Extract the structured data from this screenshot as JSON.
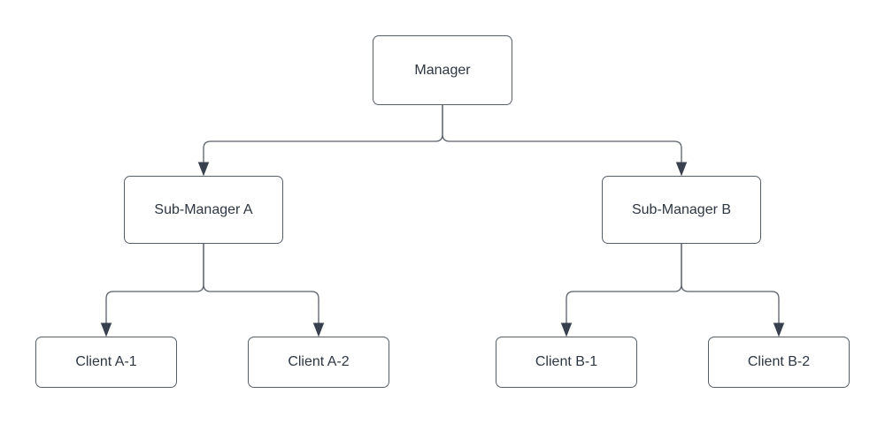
{
  "colors": {
    "background": "#ffffff",
    "node_fill": "#ffffff",
    "node_border": "#585e68",
    "node_text": "#2d3642",
    "connector": "#5b616b",
    "arrowhead": "#3a414e"
  },
  "diagram": {
    "type": "org-chart-tree",
    "nodes": [
      {
        "id": "manager",
        "label": "Manager",
        "level": 1
      },
      {
        "id": "sub-manager-a",
        "label": "Sub-Manager A",
        "level": 2
      },
      {
        "id": "sub-manager-b",
        "label": "Sub-Manager B",
        "level": 2
      },
      {
        "id": "client-a1",
        "label": "Client A-1",
        "level": 3
      },
      {
        "id": "client-a2",
        "label": "Client A-2",
        "level": 3
      },
      {
        "id": "client-b1",
        "label": "Client B-1",
        "level": 3
      },
      {
        "id": "client-b2",
        "label": "Client B-2",
        "level": 3
      }
    ],
    "edges": [
      {
        "from": "manager",
        "to": "sub-manager-a",
        "arrow": "filled-triangle-down"
      },
      {
        "from": "manager",
        "to": "sub-manager-b",
        "arrow": "filled-triangle-down"
      },
      {
        "from": "sub-manager-a",
        "to": "client-a1",
        "arrow": "filled-triangle-down"
      },
      {
        "from": "sub-manager-a",
        "to": "client-a2",
        "arrow": "filled-triangle-down"
      },
      {
        "from": "sub-manager-b",
        "to": "client-b1",
        "arrow": "filled-triangle-down"
      },
      {
        "from": "sub-manager-b",
        "to": "client-b2",
        "arrow": "filled-triangle-down"
      }
    ]
  }
}
